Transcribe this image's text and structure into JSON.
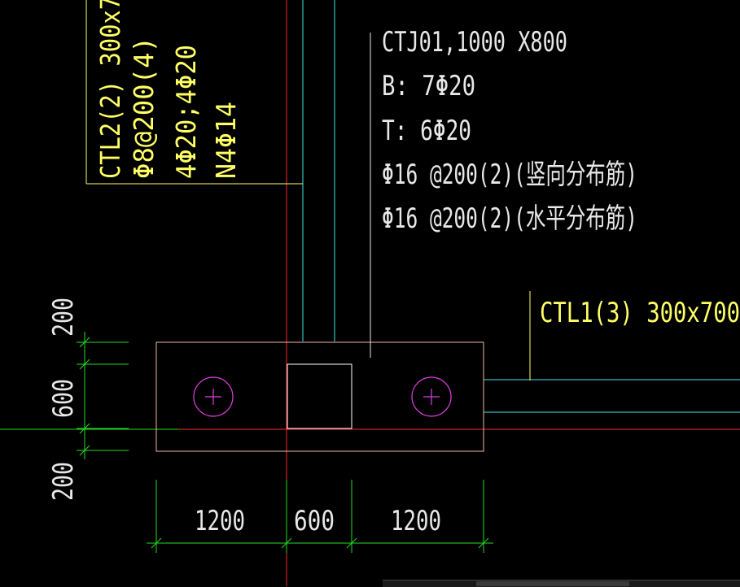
{
  "colors": {
    "background": "#000000",
    "axis_red": "#ff2a2a",
    "beam_cyan": "#3ee6e6",
    "cap_outline": "#f2b8a0",
    "annotation_white": "#e8e8e8",
    "annotation_yellow": "#ffff66",
    "dimension_green": "#22dd22",
    "pile_magenta": "#e040e0"
  },
  "pile_cap": {
    "label": "CTJ01,1000 X800",
    "reinforcement": [
      "B: 7Φ20",
      "T: 6Φ20",
      "Φ16 @200(2)(竖向分布筋)",
      "Φ16 @200(2)(水平分布筋)"
    ]
  },
  "beam_vertical": {
    "lines": [
      "CTL2(2) 300x7",
      "Φ8@200(4)",
      "4Φ20;4Φ20",
      "N4Φ14"
    ]
  },
  "beam_horizontal": {
    "label": "CTL1(3) 300x700"
  },
  "dimensions": {
    "horizontal": [
      "1200",
      "600",
      "1200"
    ],
    "vertical": [
      "200",
      "600",
      "200"
    ]
  },
  "icons": {
    "pile": "pile-circle-icon"
  }
}
